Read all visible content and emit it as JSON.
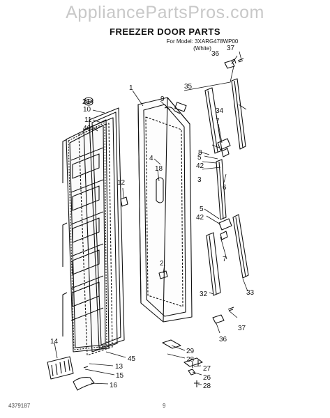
{
  "watermark": "AppliancePartsPros.com",
  "title": "FREEZER DOOR PARTS",
  "model_line": "For Model: 3XARG478WP00",
  "color_line": "(White)",
  "doc_number": "4379187",
  "page_number": "9",
  "part_numbers": {
    "p1": "1",
    "p2": "2",
    "p3": "3",
    "p4": "4",
    "p5a": "5",
    "p5b": "5",
    "p6": "6",
    "p7a": "7",
    "p7b": "7",
    "p8": "8",
    "p9": "9",
    "p10": "10",
    "p11": "11",
    "p12": "12",
    "p13": "13",
    "p14": "14",
    "p15": "15",
    "p16": "16",
    "p18": "18",
    "p21": "21",
    "p26": "26",
    "p27": "27",
    "p28a": "28",
    "p28b": "28",
    "p29": "29",
    "p32": "32",
    "p33": "33",
    "p34": "34",
    "p35": "35",
    "p36a": "36",
    "p36b": "36",
    "p37a": "37",
    "p37b": "37",
    "p42a": "42",
    "p42b": "42",
    "p45": "45",
    "p46": "46"
  }
}
